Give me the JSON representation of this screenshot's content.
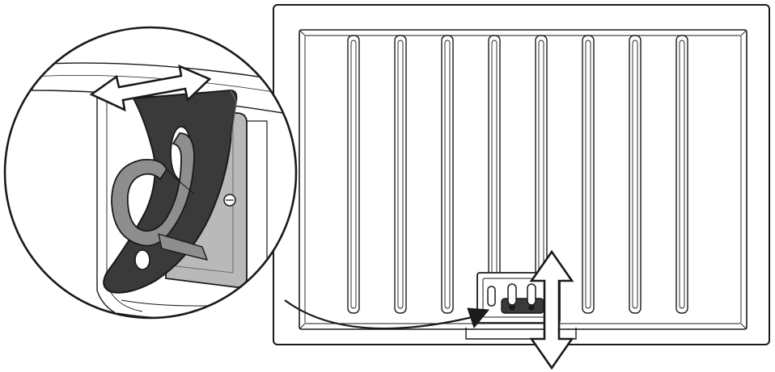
{
  "figure": {
    "components": [
      "panel",
      "panel-ribs",
      "bottom-fastener",
      "detail-circle",
      "hook-loop",
      "bracket",
      "mounting-plate",
      "pointer-arrow",
      "horizontal-adjust-arrow",
      "vertical-adjust-arrow"
    ],
    "rib_count": 8
  },
  "colors": {
    "line": "#1a1a1a",
    "bracket_fill": "#3a3a3a",
    "plate_fill": "#b9b9b9",
    "hook_fill": "#8e8e8e",
    "arrow_fill": "#ffffff",
    "background": "#ffffff"
  }
}
